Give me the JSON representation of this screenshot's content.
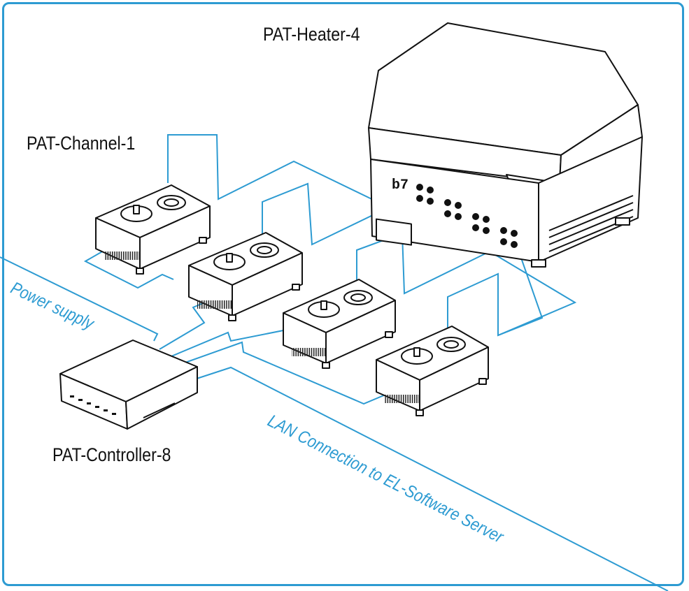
{
  "labels": {
    "heater": "PAT-Heater-4",
    "channel": "PAT-Channel-1",
    "controller": "PAT-Controller-8",
    "power": "Power supply",
    "lan": "LAN Connection to EL-Software Server"
  },
  "heater_display": "b7",
  "colors": {
    "accent": "#2d9bd2",
    "line": "#111111",
    "text": "#111111"
  }
}
